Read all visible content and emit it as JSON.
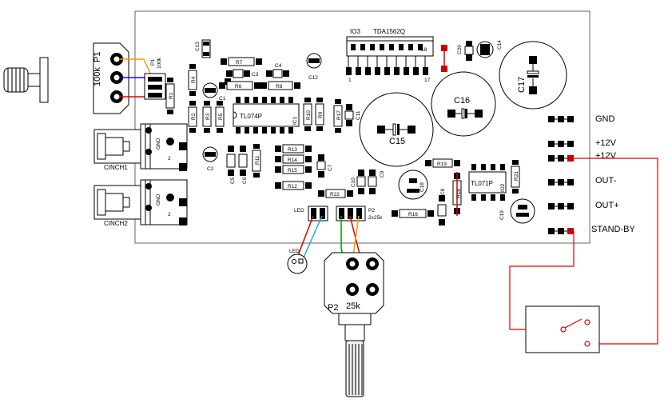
{
  "ic": {
    "io3_name": "IO3",
    "io3_part": "TDA1562Q",
    "io3_pin_first": "1",
    "io3_pin_last": "17",
    "io3_pin_top": "18",
    "ic1_part": "TL074P",
    "ic1_name": "IC1",
    "io2_part": "TL071P",
    "io2_name": "IO2"
  },
  "pots": {
    "p1_name": "P1",
    "p1_value": "100k",
    "p1_board_name": "P1",
    "p1_board_value": "100k",
    "p2_name": "P2",
    "p2_value": "25k",
    "p2_board_name": "P2",
    "p2_board_value": "2x25k"
  },
  "connectors": {
    "cinch1": "CINCH1",
    "cinch2": "CINCH2",
    "gnd_small": "GND",
    "two": "2"
  },
  "led": {
    "board": "LED",
    "external": "LED"
  },
  "components": {
    "c1": "C1",
    "c2": "C2",
    "c3": "C3",
    "c4": "C4",
    "c5": "C5",
    "c6": "C6",
    "c7": "C7",
    "c8": "C8",
    "c9": "C9",
    "c10": "C10",
    "c11": "C11",
    "c12": "C12",
    "c13": "C13",
    "c14": "C14",
    "c15": "C15",
    "c16": "C16",
    "c17": "C17",
    "c18": "C18",
    "c19": "C19",
    "c20": "C20",
    "r1": "R1",
    "r2": "R2",
    "r3": "R3",
    "r4": "R4",
    "r5": "R5",
    "r6": "R6",
    "r7": "R7",
    "r8": "R8",
    "r9": "R9",
    "r10": "R10",
    "r11": "R11",
    "r12": "R12",
    "r13": "R13",
    "r14": "R14",
    "r15": "R15",
    "r16": "R16",
    "r17": "R17",
    "r18": "R18",
    "r19": "R19",
    "r21": "R21",
    "r22": "R22"
  },
  "terminals": {
    "gnd": "GND",
    "v12a": "+12V",
    "v12b": "+12V",
    "out_minus": "OUT-",
    "out_plus": "OUT+",
    "standby": "STAND-BY"
  },
  "colors": {
    "wire_red": "#e00000",
    "wire_blue": "#1010e0",
    "wire_orange": "#ff9900",
    "wire_green": "#009900",
    "wire_cyan": "#2aa8d8",
    "board_border": "#555555",
    "pad_red": "#cc0000"
  }
}
